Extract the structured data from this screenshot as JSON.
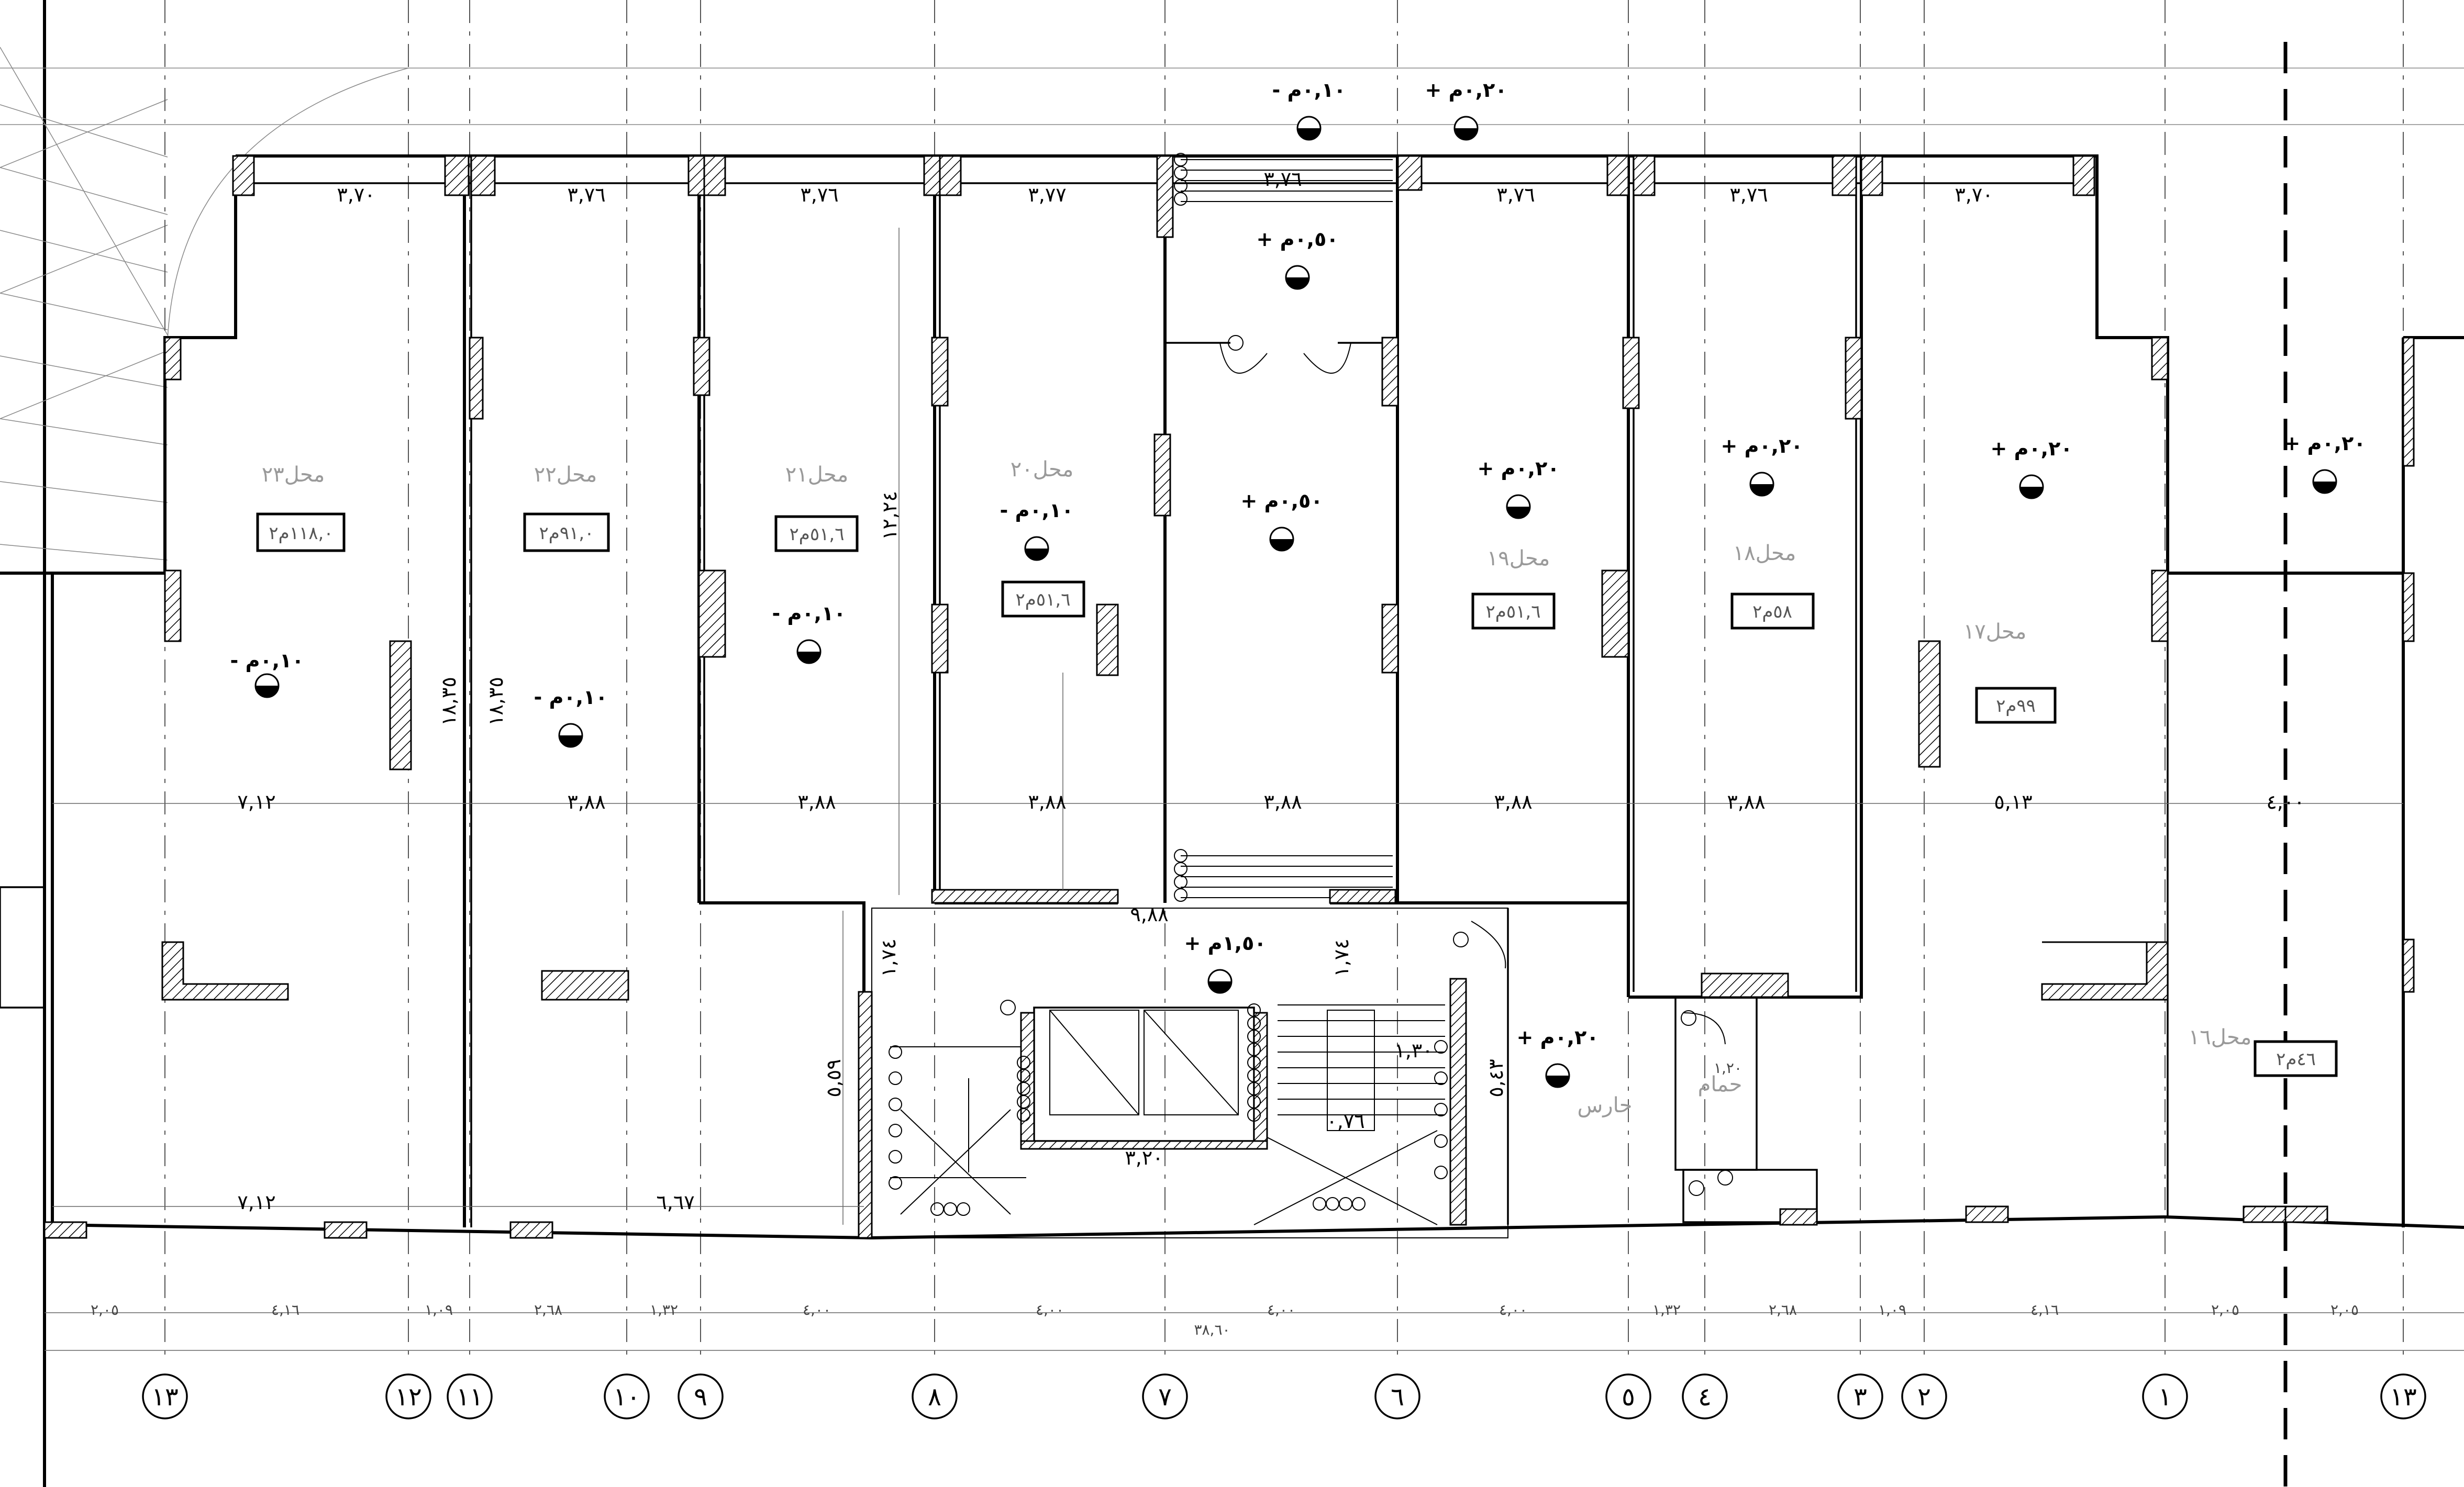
{
  "shops": [
    {
      "name": "محل٢٣",
      "area": "١١٨,٠م٢"
    },
    {
      "name": "محل٢٢",
      "area": "٩١,٠م٢"
    },
    {
      "name": "محل٢١",
      "area": "٥١,٦م٢"
    },
    {
      "name": "محل٢٠",
      "area": "٥١,٦م٢"
    },
    {
      "name": "محل١٩",
      "area": "٥١,٦م٢"
    },
    {
      "name": "محل١٨",
      "area": "٥٨م٢"
    },
    {
      "name": "محل١٧",
      "area": "٩٩م٢"
    },
    {
      "name": "محل١٦",
      "area": "٤٦م٢"
    }
  ],
  "rooms": {
    "guard": "حارس",
    "bath": "حمام"
  },
  "levels": {
    "minus010": "- ٠,١٠م",
    "plus020": "+ ٠,٢٠م",
    "plus050": "+ ٠,٥٠م",
    "plus150": "+ ١,٥٠م"
  },
  "dims": {
    "mid_row": [
      "٧,١٢",
      "٣,٨٨",
      "٣,٨٨",
      "٣,٨٨",
      "٣,٨٨",
      "٣,٨٨",
      "٣,٨٨",
      "٥,١٣",
      "٤,٠٠"
    ],
    "bottom_row": [
      "٧,١٢",
      "٦,٦٧"
    ],
    "top_row": [
      "٣,٧٠",
      "٣,٧٦",
      "٣,٧٦",
      "٣,٧٧",
      "٣,٧٦",
      "٣,٧٦",
      "٣,٧٦",
      "٣,٧٠"
    ],
    "vertical": [
      "١٨,٣٥",
      "١٨,٣٥",
      "١٢,٢٤",
      "٥,٥٩",
      "١,٧٤",
      "١,٧٤",
      "٥,٤٣",
      "٩,٨٨"
    ],
    "stair": [
      "٣,٢٠",
      "١,٣٠",
      "٠,٧٦",
      "١,٢٠"
    ],
    "axis_spacing": [
      "٢,٠٥",
      "٤,١٦",
      "١,٠٩",
      "٢,٦٨",
      "١,٣٢",
      "٤,٠٠",
      "٤,٠٠",
      "٤,٠٠",
      "٤,٠٠",
      "١,٣٢",
      "٢,٦٨",
      "١,٠٩",
      "٤,١٦",
      "٢,٠٥",
      "٢,٠٥"
    ],
    "total": "٣٨,٦٠"
  },
  "axes": [
    "١٣",
    "١٢",
    "١١",
    "١٠",
    "٩",
    "٨",
    "٧",
    "٦",
    "٥",
    "٤",
    "٣",
    "٢",
    "١",
    "١٣"
  ]
}
